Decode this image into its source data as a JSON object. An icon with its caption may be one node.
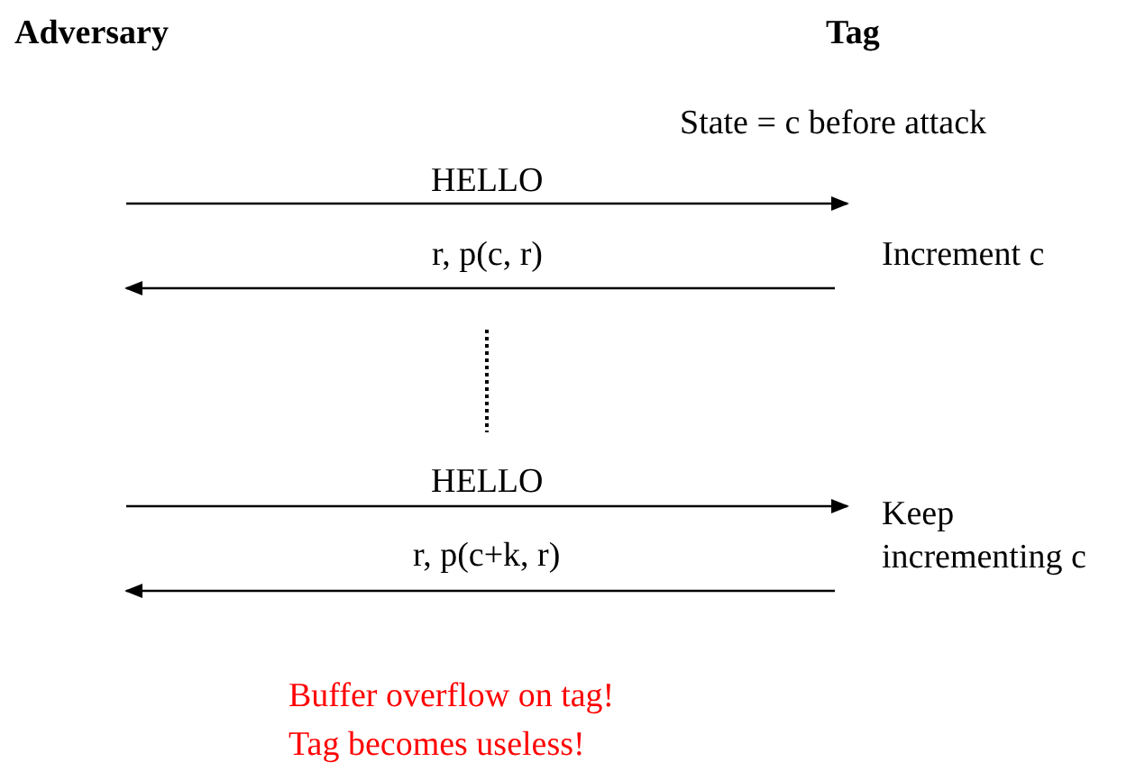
{
  "diagram": {
    "labels": [
      "Adversary",
      "Tag",
      "State = c before attack",
      "HELLO",
      "r, p(c, r)",
      "Increment c",
      "HELLO",
      "Keep incrementing c",
      "r, p(c+k, r)",
      "Buffer overflow on tag!",
      "Tag becomes useless!"
    ]
  }
}
